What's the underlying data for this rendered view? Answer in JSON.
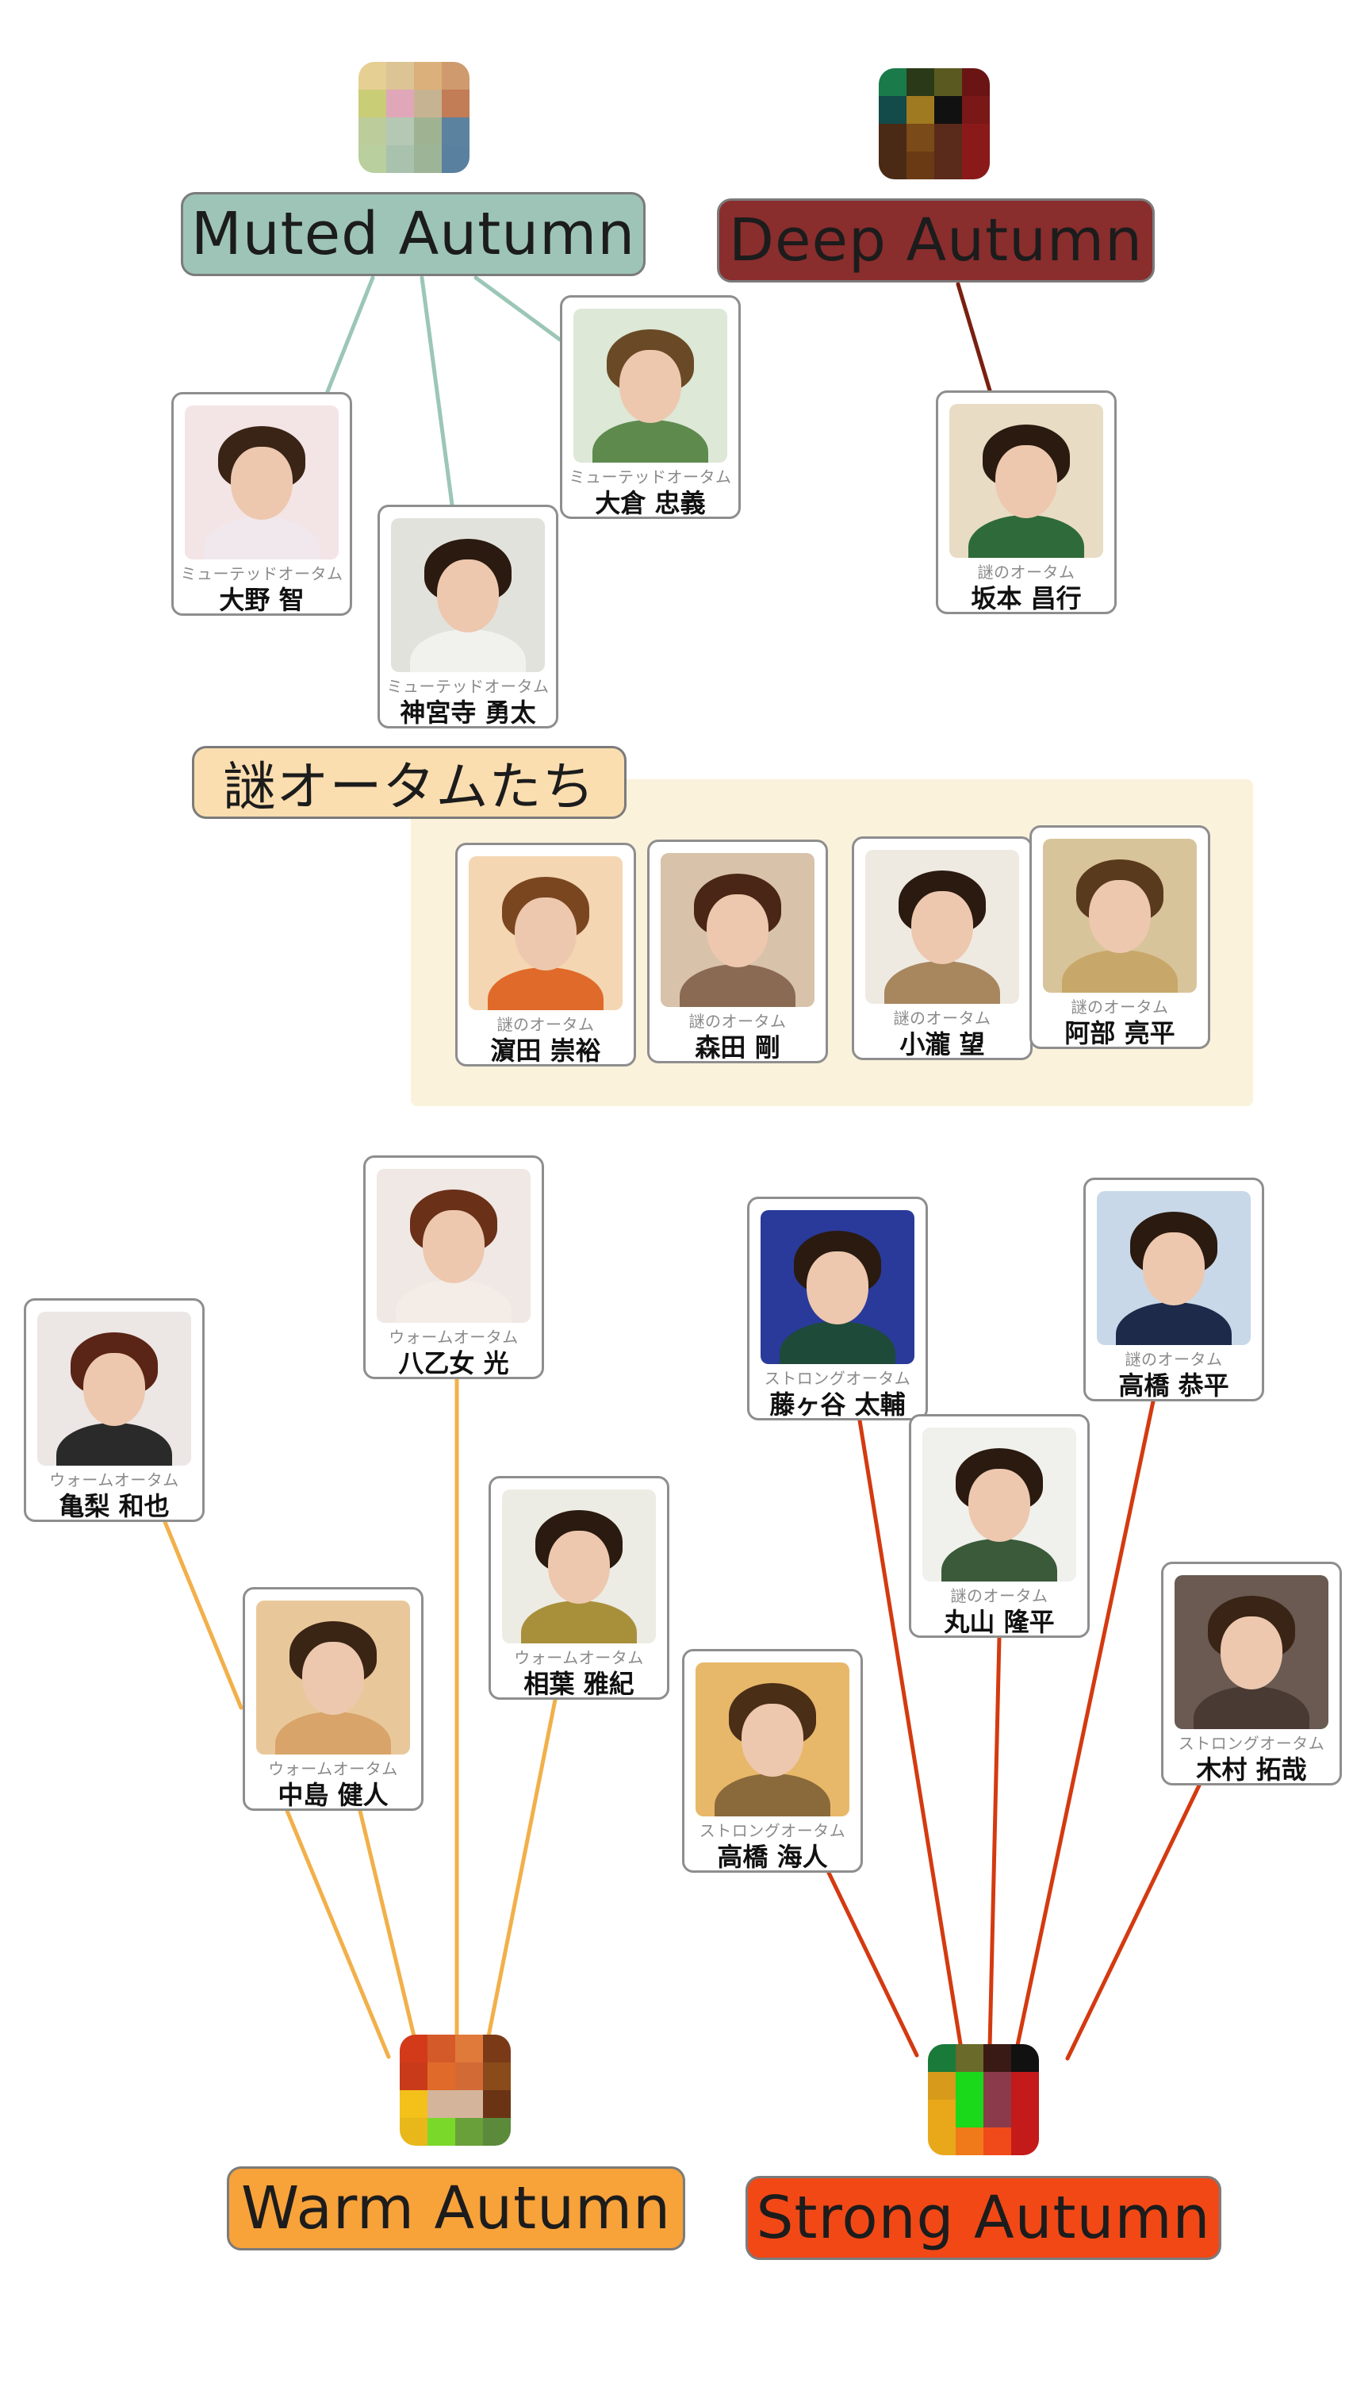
{
  "groups": {
    "muted": {
      "label": "Muted Autumn",
      "label_bg": "#9dc4b7",
      "line_color": "#9cc6b6",
      "palette": [
        "#e6cf92",
        "#dcc494",
        "#dcb07a",
        "#cf9a6e",
        "#c8cd76",
        "#e0a7b8",
        "#c6b392",
        "#c27c56",
        "#bccd9b",
        "#b4c8b3",
        "#9fb291",
        "#5b83a0",
        "#b9cf9d",
        "#a9c2ae",
        "#9db596",
        "#5a80a0"
      ]
    },
    "deep": {
      "label": "Deep Autumn",
      "label_bg": "#8a2d2d",
      "line_color": "#7a2010",
      "palette": [
        "#1a7a4a",
        "#2a3a18",
        "#5a5a20",
        "#6a1414",
        "#134a4a",
        "#a07a20",
        "#111111",
        "#7a1818",
        "#4a2a14",
        "#7a4a18",
        "#5a2a1a",
        "#8a1a1a",
        "#4a2a14",
        "#6a3a14",
        "#5a2a1a",
        "#8a1a1a"
      ]
    },
    "mystery": {
      "label": "謎オータムたち",
      "label_bg": "#fbdeb0"
    },
    "warm": {
      "label": "Warm Autumn",
      "label_bg": "#f8a23a",
      "line_color": "#f2b04a",
      "palette": [
        "#d23a1a",
        "#d45a2a",
        "#e07a3a",
        "#7a3a18",
        "#c83a1a",
        "#e06a2a",
        "#d26a36",
        "#8a4a1a",
        "#f4c01a",
        "#d4b49a",
        "#d4b49a",
        "#6a3414",
        "#e8b81a",
        "#7ad82a",
        "#6aa03a",
        "#5a8a3a"
      ]
    },
    "strong": {
      "label": "Strong Autumn",
      "label_bg": "#f24816",
      "line_color": "#d43a10",
      "palette": [
        "#1a7a3a",
        "#6a6a2a",
        "#3a1a14",
        "#111111",
        "#d89a1a",
        "#1ad81a",
        "#8a3a4a",
        "#c41a1a",
        "#e8a81a",
        "#1ad81a",
        "#8a3a4a",
        "#c41a1a",
        "#e8a81a",
        "#f07a1a",
        "#f04a1a",
        "#c41a1a"
      ]
    }
  },
  "cards": [
    {
      "id": "ohno",
      "tag": "ミューテッドオータム",
      "name": "大野 智",
      "bg": "#f3e4e6",
      "hair": "#3a2416",
      "body": "#f0e8ec"
    },
    {
      "id": "jinguji",
      "tag": "ミューテッドオータム",
      "name": "神宮寺 勇太",
      "bg": "#e2e2dc",
      "hair": "#2a1a10",
      "body": "#f1f1ee"
    },
    {
      "id": "okura",
      "tag": "ミューテッドオータム",
      "name": "大倉 忠義",
      "bg": "#dde8d6",
      "hair": "#6a4a26",
      "body": "#5f8a4e"
    },
    {
      "id": "sakamoto",
      "tag": "謎のオータム",
      "name": "坂本 昌行",
      "bg": "#e8dcc4",
      "hair": "#2a1a10",
      "body": "#2f6a3a"
    },
    {
      "id": "hamada",
      "tag": "謎のオータム",
      "name": "濵田 崇裕",
      "bg": "#f4d6b2",
      "hair": "#7a4620",
      "body": "#e06a2a"
    },
    {
      "id": "morita",
      "tag": "謎のオータム",
      "name": "森田 剛",
      "bg": "#d8c2aa",
      "hair": "#4a2616",
      "body": "#8a6a52"
    },
    {
      "id": "konose",
      "tag": "謎のオータム",
      "name": "小瀧 望",
      "bg": "#eeeae2",
      "hair": "#2a1a10",
      "body": "#a8865e"
    },
    {
      "id": "abe",
      "tag": "謎のオータム",
      "name": "阿部 亮平",
      "bg": "#d8c49a",
      "hair": "#5a3a1c",
      "body": "#c8a86a"
    },
    {
      "id": "yaotome",
      "tag": "ウォームオータム",
      "name": "八乙女 光",
      "bg": "#f0e8e4",
      "hair": "#6a3018",
      "body": "#f4ece6"
    },
    {
      "id": "kamenashi",
      "tag": "ウォームオータム",
      "name": "亀梨 和也",
      "bg": "#ece6e4",
      "hair": "#5a2416",
      "body": "#2a2a2a"
    },
    {
      "id": "aiba",
      "tag": "ウォームオータム",
      "name": "相葉 雅紀",
      "bg": "#ecece4",
      "hair": "#2a1a10",
      "body": "#a8903a"
    },
    {
      "id": "nakajima",
      "tag": "ウォームオータム",
      "name": "中島 健人",
      "bg": "#e8c89a",
      "hair": "#3a2414",
      "body": "#d8a46a"
    },
    {
      "id": "fujigaya",
      "tag": "ストロングオータム",
      "name": "藤ヶ谷 太輔",
      "bg": "#2a3a9a",
      "hair": "#2a1a10",
      "body": "#1e4a3a"
    },
    {
      "id": "takahashi_kyohei",
      "tag": "謎のオータム",
      "name": "高橋 恭平",
      "bg": "#c8d8e8",
      "hair": "#2a1a10",
      "body": "#1e2a4a"
    },
    {
      "id": "maruyama",
      "tag": "謎のオータム",
      "name": "丸山 隆平",
      "bg": "#f0f0ec",
      "hair": "#2a1a10",
      "body": "#3a5a3a"
    },
    {
      "id": "kimura",
      "tag": "ストロングオータム",
      "name": "木村 拓哉",
      "bg": "#6a5a52",
      "hair": "#3a2416",
      "body": "#4a3a34"
    },
    {
      "id": "takahashi_kaito",
      "tag": "ストロングオータム",
      "name": "高橋 海人",
      "bg": "#e8b86a",
      "hair": "#4a2e16",
      "body": "#8a6a3a"
    }
  ]
}
